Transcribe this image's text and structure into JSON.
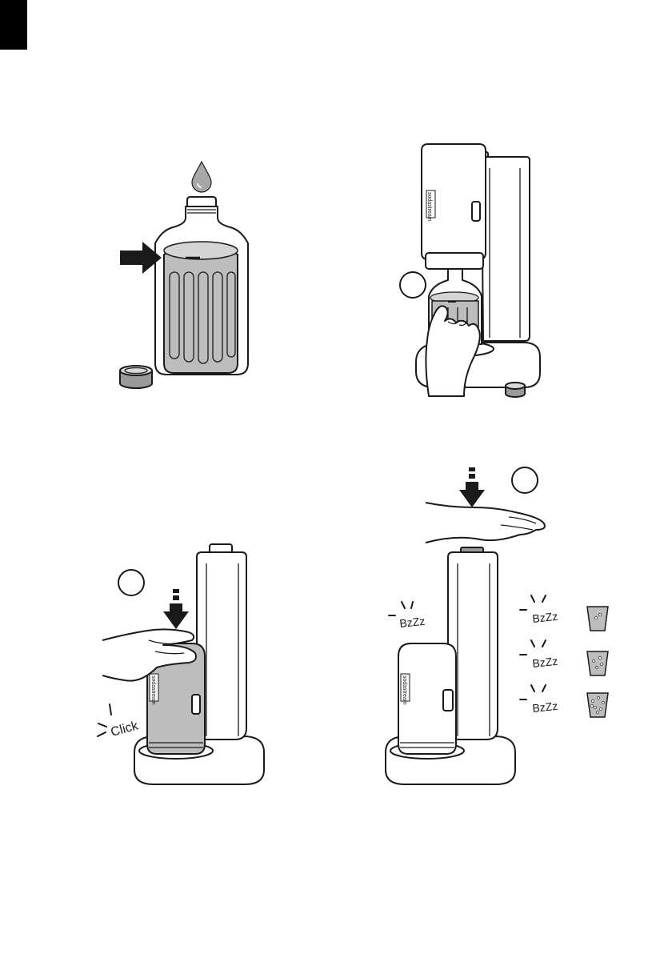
{
  "page": {
    "corner_tab_color": "#000000"
  },
  "steps": [
    {
      "id": "fill-bottle",
      "icons": [
        "water-drop-icon",
        "fill-line-arrow-icon",
        "bottle-cap-icon"
      ]
    },
    {
      "id": "attach-bottle",
      "icons": [
        "step-circle-icon",
        "hand-icon"
      ]
    },
    {
      "id": "insert-cylinder",
      "sound": "Click",
      "icons": [
        "step-circle-icon",
        "push-down-arrow-icon",
        "hand-icon"
      ]
    },
    {
      "id": "carbonate",
      "sound": "BzZz",
      "levels": [
        {
          "sound": "BzZz",
          "icon": "glass-light-fizz-icon"
        },
        {
          "sound": "BzZz",
          "icon": "glass-medium-fizz-icon"
        },
        {
          "sound": "BzZz",
          "icon": "glass-strong-fizz-icon"
        }
      ],
      "icons": [
        "step-circle-icon",
        "push-down-arrow-icon",
        "hand-icon"
      ]
    }
  ],
  "labels": {
    "machine_brand": "sodastream"
  },
  "colors": {
    "water": "#bdbdbd",
    "line": "#1a1a1a",
    "cylinder": "#a3a3a3"
  }
}
